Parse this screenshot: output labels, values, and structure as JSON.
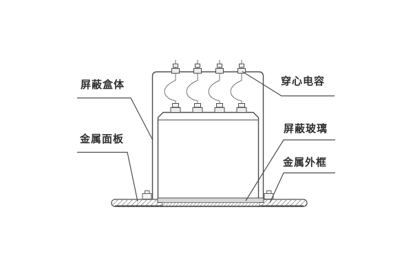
{
  "diagram": {
    "labels": {
      "shield_box": "屏蔽盒体",
      "feedthrough_capacitor": "穿心电容",
      "metal_panel": "金属面板",
      "shield_glass": "屏蔽玻璃",
      "metal_frame": "金属外框"
    },
    "colors": {
      "background": "#ffffff",
      "line": "#4a4a4a",
      "hatch": "#9a9a9a",
      "frame_fill": "#d9d9d9",
      "text": "#2e2e2e"
    },
    "feedthrough_capacitor_count": 4
  }
}
